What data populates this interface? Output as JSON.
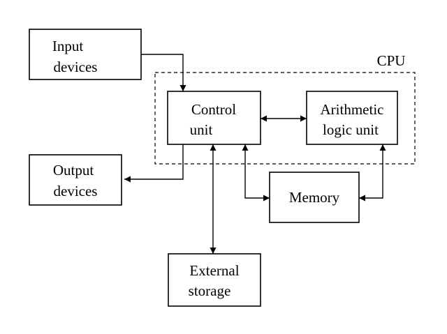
{
  "cpu": {
    "label": "CPU"
  },
  "nodes": {
    "input_devices": {
      "line1": "Input",
      "line2": "devices"
    },
    "output_devices": {
      "line1": "Output",
      "line2": "devices"
    },
    "control_unit": {
      "line1": "Control",
      "line2": "unit"
    },
    "alu": {
      "line1": "Arithmetic",
      "line2": "logic unit"
    },
    "memory": {
      "line1": "Memory"
    },
    "external_storage": {
      "line1": "External",
      "line2": "storage"
    }
  },
  "edges": [
    {
      "from": "Input devices",
      "to": "Control unit",
      "direction": "one-way"
    },
    {
      "from": "Control unit",
      "to": "Output devices",
      "direction": "one-way"
    },
    {
      "from": "Control unit",
      "to": "Arithmetic logic unit",
      "direction": "two-way"
    },
    {
      "from": "Control unit",
      "to": "Memory",
      "direction": "two-way"
    },
    {
      "from": "Arithmetic logic unit",
      "to": "Memory",
      "direction": "two-way"
    },
    {
      "from": "Control unit",
      "to": "External storage",
      "direction": "two-way"
    }
  ]
}
